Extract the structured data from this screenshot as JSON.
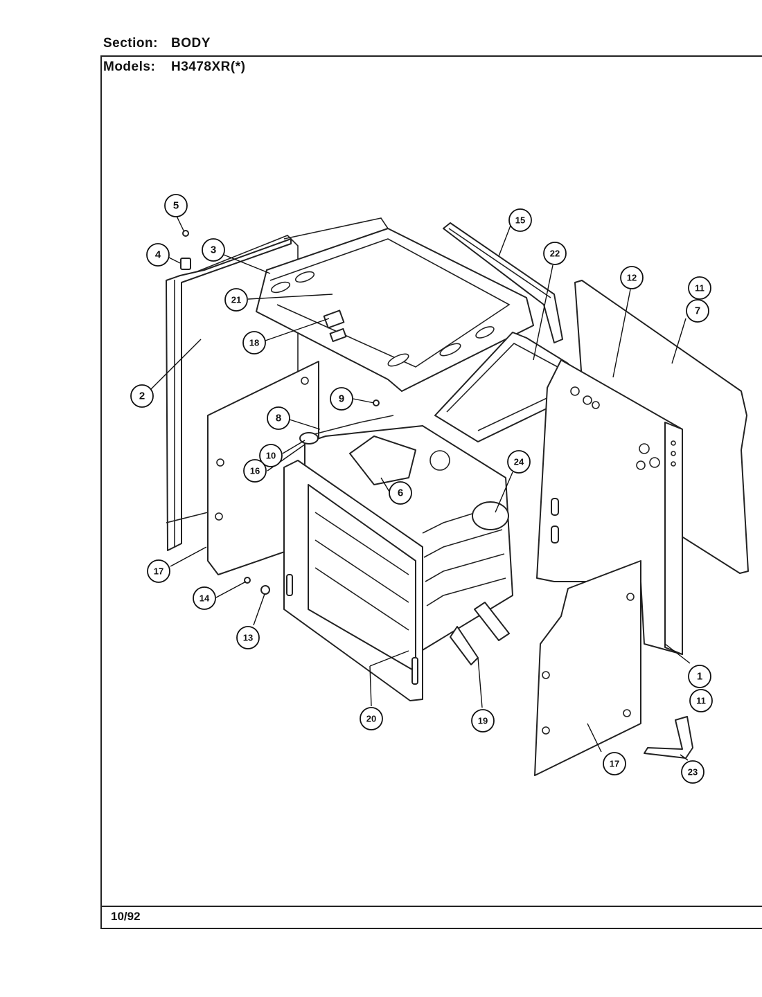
{
  "header": {
    "section_label": "Section:",
    "section_value": "BODY",
    "models_label": "Models:",
    "models_value": "H3478XR(*)"
  },
  "footer": {
    "date": "10/92"
  },
  "callouts": [
    {
      "label": "1"
    },
    {
      "label": "2"
    },
    {
      "label": "3"
    },
    {
      "label": "4"
    },
    {
      "label": "5"
    },
    {
      "label": "6"
    },
    {
      "label": "7"
    },
    {
      "label": "8"
    },
    {
      "label": "9"
    },
    {
      "label": "10"
    },
    {
      "label": "11"
    },
    {
      "label": "11"
    },
    {
      "label": "12"
    },
    {
      "label": "13"
    },
    {
      "label": "14"
    },
    {
      "label": "15"
    },
    {
      "label": "16"
    },
    {
      "label": "17"
    },
    {
      "label": "17"
    },
    {
      "label": "18"
    },
    {
      "label": "19"
    },
    {
      "label": "20"
    },
    {
      "label": "21"
    },
    {
      "label": "22"
    },
    {
      "label": "23"
    },
    {
      "label": "24"
    }
  ]
}
